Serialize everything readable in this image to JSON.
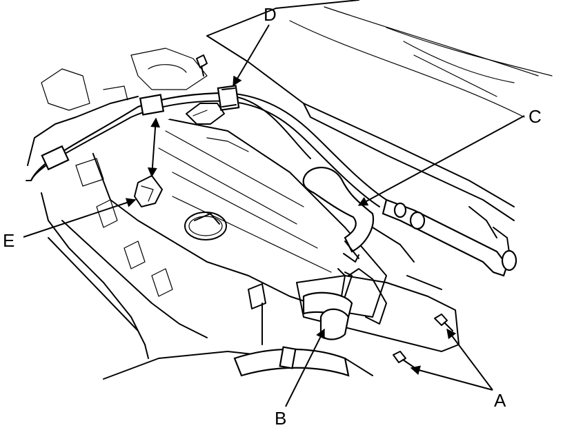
{
  "callouts": {
    "A": "A",
    "B": "B",
    "C": "C",
    "D": "D",
    "E": "E"
  }
}
